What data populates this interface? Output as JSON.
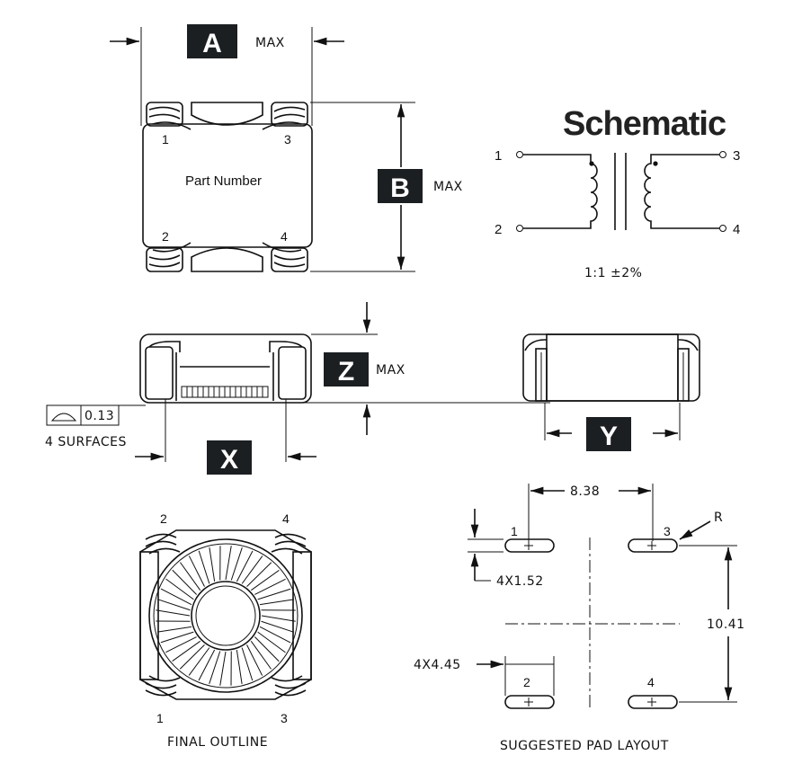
{
  "dimensions": {
    "a": {
      "letter": "A",
      "suffix": "MAX"
    },
    "b": {
      "letter": "B",
      "suffix": "MAX"
    },
    "z": {
      "letter": "Z",
      "suffix": "MAX"
    },
    "x": {
      "letter": "X"
    },
    "y": {
      "letter": "Y"
    }
  },
  "top_view": {
    "part_number": "Part Number",
    "pins": [
      "1",
      "3",
      "2",
      "4"
    ]
  },
  "schematic": {
    "title": "Schematic",
    "pins": [
      "1",
      "2",
      "3",
      "4"
    ],
    "ratio": "1:1  ±2%"
  },
  "coplanarity": {
    "value": "0.13",
    "note": "4 SURFACES"
  },
  "final_outline": {
    "label": "FINAL OUTLINE",
    "pins": [
      "2",
      "4",
      "1",
      "3"
    ]
  },
  "pad_layout": {
    "label": "SUGGESTED PAD LAYOUT",
    "pitch_x": "8.38",
    "pitch_y": "10.41",
    "pad_width": "4X1.52",
    "pad_length": "4X4.45",
    "radius": "R",
    "pins": [
      "1",
      "3",
      "2",
      "4"
    ]
  },
  "colors": {
    "box_fill": "#1c1f22",
    "ink": "#111111"
  }
}
